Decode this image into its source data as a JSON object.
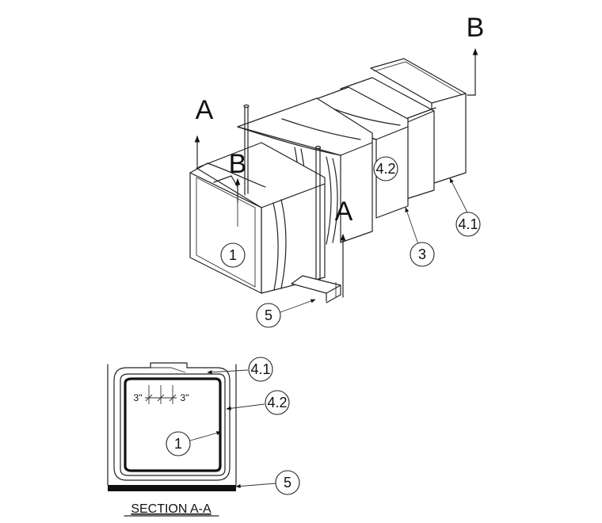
{
  "section_markers": {
    "a_left": "A",
    "a_right": "A",
    "b_top": "B",
    "b_front": "B"
  },
  "callouts": {
    "duct": "1",
    "joint": "3",
    "outer_wrap": "4.1",
    "inner_wrap": "4.2",
    "support": "5"
  },
  "section_detail": {
    "title": "SECTION A-A",
    "dim_left": "3\"",
    "dim_right": "3\"",
    "callouts": {
      "outer_wrap": "4.1",
      "inner_wrap": "4.2",
      "duct": "1",
      "support": "5"
    }
  }
}
